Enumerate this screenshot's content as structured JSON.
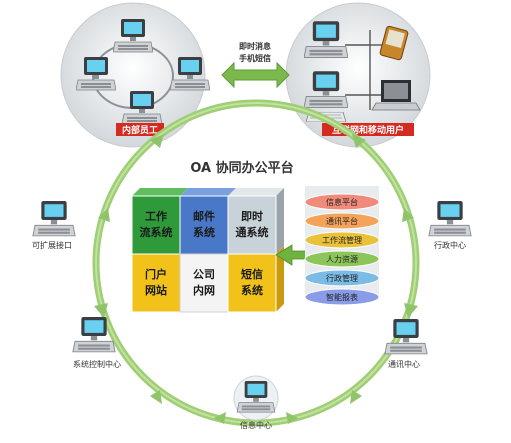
{
  "title": "OA 协同办公平台",
  "middle_link_label_line1": "即时消息",
  "middle_link_label_line2": "手机短信",
  "left_cluster_label": "内部员工",
  "right_cluster_label": "互联网和移动用户",
  "satellites": {
    "left_upper": "可扩展接口",
    "right_upper": "行政中心",
    "left_lower": "系统控制中心",
    "right_lower": "通讯中心",
    "bottom": "信息中心"
  },
  "blocks_top": [
    {
      "line1": "工作",
      "line2": "流系统",
      "color": "#2f9a3a"
    },
    {
      "line1": "邮件",
      "line2": "系统",
      "color": "#4a78c9"
    },
    {
      "line1": "即时",
      "line2": "通系统",
      "color": "#c8d2d9"
    }
  ],
  "blocks_bottom": [
    {
      "line1": "门户",
      "line2": "网站",
      "color": "#f2c21a"
    },
    {
      "line1": "公司",
      "line2": "内网",
      "color": "#f4f4f4"
    },
    {
      "line1": "短信",
      "line2": "系统",
      "color": "#f2c21a"
    }
  ],
  "stack_items": [
    {
      "label": "信息平台",
      "color": "#f08a7a"
    },
    {
      "label": "通讯平台",
      "color": "#f3a35a"
    },
    {
      "label": "工作流管理",
      "color": "#e9c23a"
    },
    {
      "label": "人力资源",
      "color": "#8cc65a"
    },
    {
      "label": "行政管理",
      "color": "#7bbbe6"
    },
    {
      "label": "智能报表",
      "color": "#8a9be8"
    }
  ],
  "colors": {
    "ring": "#9fce73",
    "arrow": "#8fc46a",
    "badge_red": "#d42a1f",
    "cluster_gray": "#d9dde0"
  }
}
